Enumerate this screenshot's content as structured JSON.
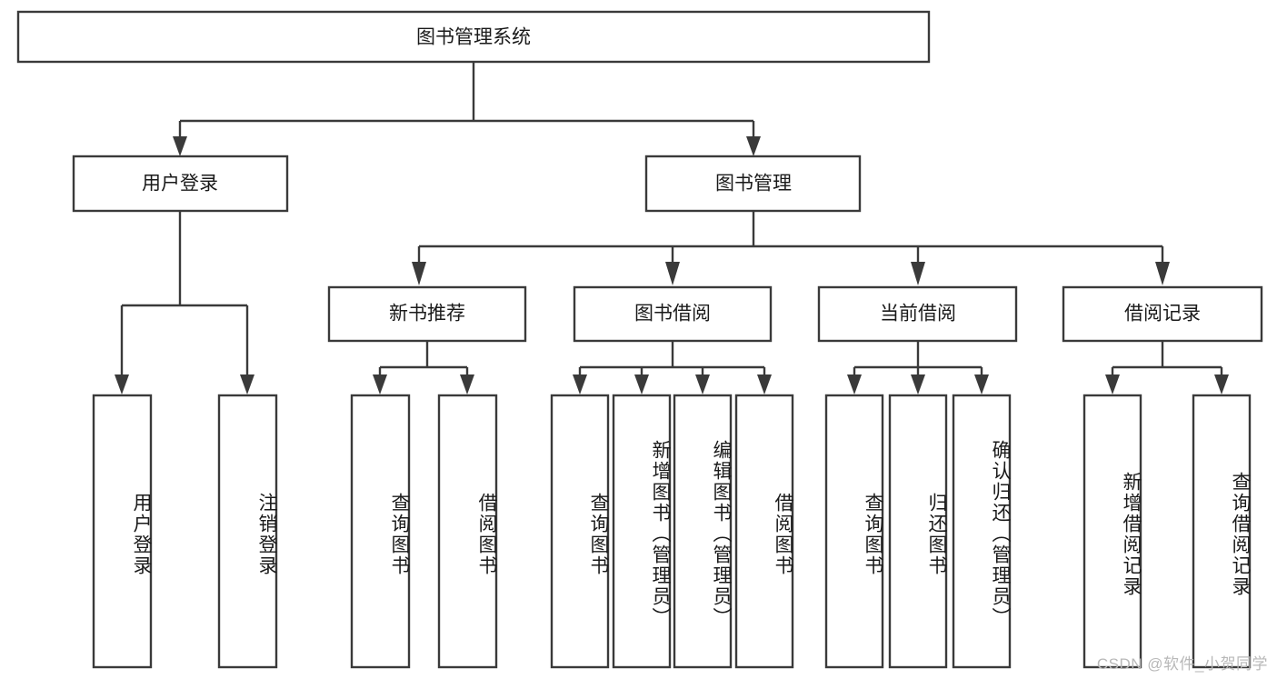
{
  "diagram": {
    "title": "图书管理系统",
    "type": "tree-hierarchy",
    "watermark": "CSDN @软件_小贺同学",
    "colors": {
      "stroke": "#3a3a3a",
      "fill": "#ffffff",
      "text": "#1a1a1a",
      "watermark": "#b8b8b8"
    },
    "root": {
      "label": "图书管理系统"
    },
    "level2": [
      {
        "label": "用户登录"
      },
      {
        "label": "图书管理"
      }
    ],
    "level3": [
      {
        "label": "新书推荐"
      },
      {
        "label": "图书借阅"
      },
      {
        "label": "当前借阅"
      },
      {
        "label": "借阅记录"
      }
    ],
    "leaves": {
      "user_login": [
        {
          "label": "用户登录"
        },
        {
          "label": "注销登录"
        }
      ],
      "new_book_recommend": [
        {
          "label": "查询图书"
        },
        {
          "label": "借阅图书"
        }
      ],
      "book_borrow": [
        {
          "label": "查询图书"
        },
        {
          "label": "新增图书（管理员）"
        },
        {
          "label": "编辑图书（管理员）"
        },
        {
          "label": "借阅图书"
        }
      ],
      "current_borrow": [
        {
          "label": "查询图书"
        },
        {
          "label": "归还图书"
        },
        {
          "label": "确认归还（管理员）"
        }
      ],
      "borrow_record": [
        {
          "label": "新增借阅记录"
        },
        {
          "label": "查询借阅记录"
        }
      ]
    }
  }
}
